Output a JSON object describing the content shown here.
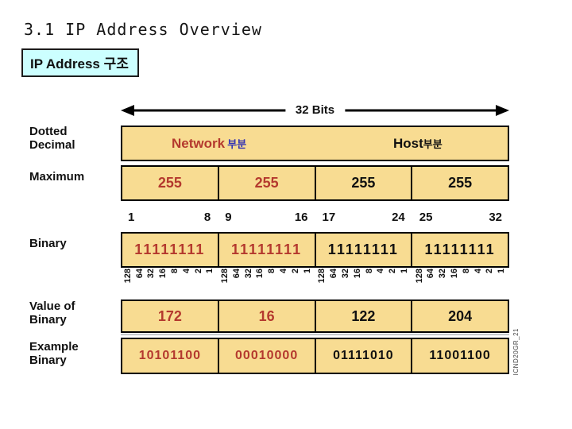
{
  "slide": {
    "title": "3.1 IP Address Overview",
    "badge_label": "IP Address 구조"
  },
  "diagram": {
    "bits_arrow_label": "32 Bits",
    "header": {
      "network_label": "Network",
      "network_suffix": "부분",
      "host_label": "Host",
      "host_suffix": "부분"
    },
    "row_labels": {
      "dotted_line1": "Dotted",
      "dotted_line2": "Decimal",
      "maximum": "Maximum",
      "binary": "Binary",
      "value_line1": "Value of",
      "value_line2": "Binary",
      "example_line1": "Example",
      "example_line2": "Binary"
    },
    "octets": [
      {
        "maximum": "255",
        "bit_start": "1",
        "bit_end": "8",
        "binary": "11111111",
        "value": "172",
        "example": "10101100"
      },
      {
        "maximum": "255",
        "bit_start": "9",
        "bit_end": "16",
        "binary": "11111111",
        "value": "16",
        "example": "00010000"
      },
      {
        "maximum": "255",
        "bit_start": "17",
        "bit_end": "24",
        "binary": "11111111",
        "value": "122",
        "example": "01111010"
      },
      {
        "maximum": "255",
        "bit_start": "25",
        "bit_end": "32",
        "binary": "11111111",
        "value": "204",
        "example": "11001100"
      }
    ],
    "bit_place_values": [
      "128",
      "64",
      "32",
      "16",
      "8",
      "4",
      "2",
      "1"
    ],
    "watermark": "ICND20GR_21"
  },
  "colors": {
    "cell_background": "#f8dc92",
    "emphasis_red": "#b4392e",
    "suffix_blue": "#3333b3",
    "badge_background": "#ccffff"
  }
}
